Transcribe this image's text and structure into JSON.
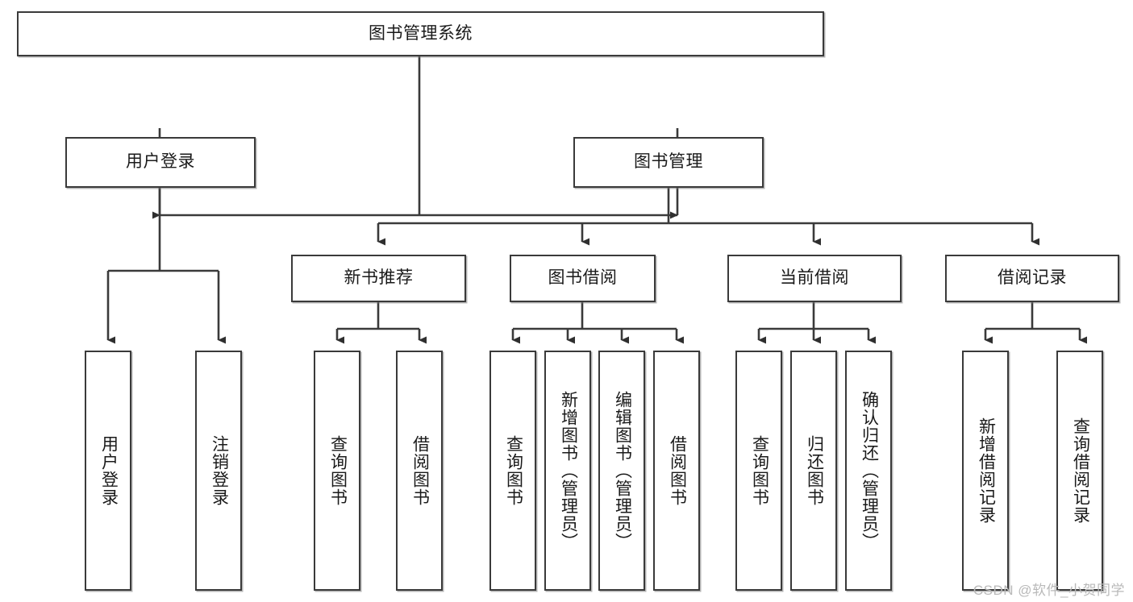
{
  "diagram": {
    "title": "图书管理系统",
    "watermark": "CSDN @软件_小贺同学",
    "colors": {
      "box_border": "#3a3a3a",
      "box_fill": "#ffffff",
      "connector": "#3a3a3a",
      "watermark": "#b9b9b9",
      "page_background": "#ffffff"
    },
    "root": {
      "id": "root",
      "label": "图书管理系统",
      "orientation": "horizontal"
    },
    "level2": [
      {
        "id": "user-login",
        "label": "用户登录",
        "orientation": "horizontal"
      },
      {
        "id": "book-manage",
        "label": "图书管理",
        "orientation": "horizontal"
      }
    ],
    "level3": [
      {
        "id": "new-book-recommend",
        "label": "新书推荐",
        "orientation": "horizontal",
        "parent": "book-manage"
      },
      {
        "id": "book-borrow",
        "label": "图书借阅",
        "orientation": "horizontal",
        "parent": "book-manage"
      },
      {
        "id": "current-borrow",
        "label": "当前借阅",
        "orientation": "horizontal",
        "parent": "book-manage"
      },
      {
        "id": "borrow-record",
        "label": "借阅记录",
        "orientation": "horizontal",
        "parent": "book-manage"
      }
    ],
    "leaves": [
      {
        "id": "leaf-user-login",
        "label": "用户登录",
        "orientation": "vertical",
        "parent": "user-login"
      },
      {
        "id": "leaf-logout-login",
        "label": "注销登录",
        "orientation": "vertical",
        "parent": "user-login"
      },
      {
        "id": "leaf-query-book-1",
        "label": "查询图书",
        "orientation": "vertical",
        "parent": "new-book-recommend"
      },
      {
        "id": "leaf-borrow-book-1",
        "label": "借阅图书",
        "orientation": "vertical",
        "parent": "new-book-recommend"
      },
      {
        "id": "leaf-query-book-2",
        "label": "查询图书",
        "orientation": "vertical",
        "parent": "book-borrow"
      },
      {
        "id": "leaf-add-book",
        "label": "新增图书（管理员）",
        "orientation": "vertical",
        "parent": "book-borrow"
      },
      {
        "id": "leaf-edit-book",
        "label": "编辑图书（管理员）",
        "orientation": "vertical",
        "parent": "book-borrow"
      },
      {
        "id": "leaf-borrow-book-2",
        "label": "借阅图书",
        "orientation": "vertical",
        "parent": "book-borrow"
      },
      {
        "id": "leaf-query-book-3",
        "label": "查询图书",
        "orientation": "vertical",
        "parent": "current-borrow"
      },
      {
        "id": "leaf-return-book",
        "label": "归还图书",
        "orientation": "vertical",
        "parent": "current-borrow"
      },
      {
        "id": "leaf-confirm-return",
        "label": "确认归还（管理员）",
        "orientation": "vertical",
        "parent": "current-borrow"
      },
      {
        "id": "leaf-add-record",
        "label": "新增借阅记录",
        "orientation": "vertical",
        "parent": "borrow-record"
      },
      {
        "id": "leaf-query-record",
        "label": "查询借阅记录",
        "orientation": "vertical",
        "parent": "borrow-record"
      }
    ]
  }
}
